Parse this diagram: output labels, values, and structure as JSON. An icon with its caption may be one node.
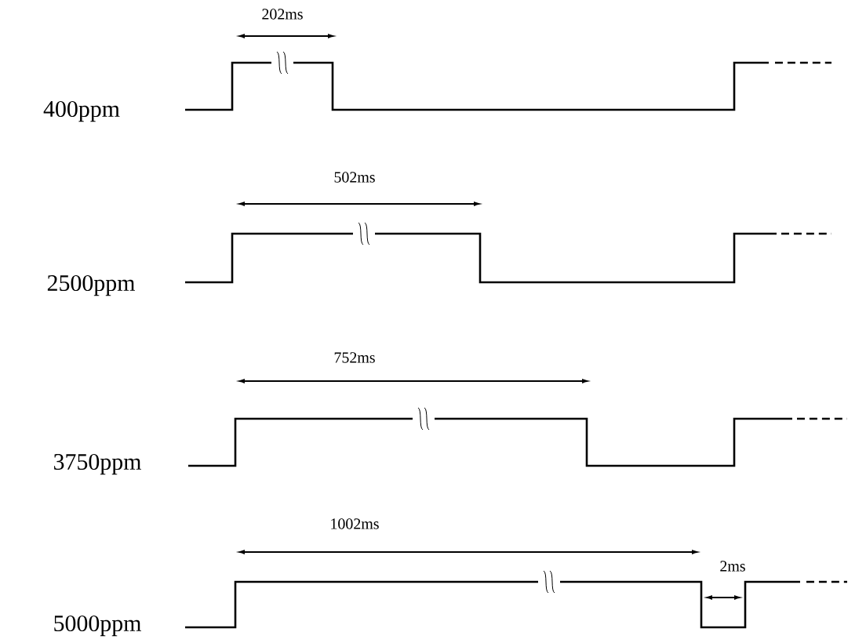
{
  "diagram": {
    "labels": [
      "202ms",
      "400ppm",
      "502ms",
      "2500ppm",
      "752ms",
      "3750ppm",
      "1002ms",
      "2ms",
      "5000ppm"
    ]
  }
}
